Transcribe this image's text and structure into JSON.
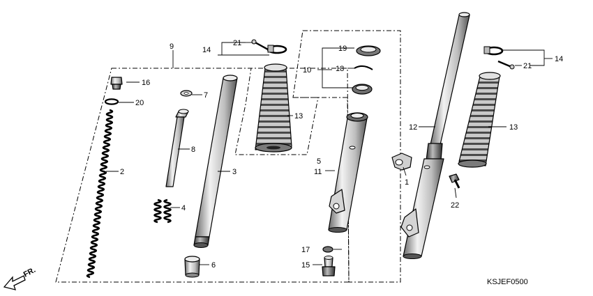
{
  "diagram": {
    "callouts": {
      "c1": "1",
      "c2": "2",
      "c3": "3",
      "c4": "4",
      "c5": "5",
      "c6": "6",
      "c7": "7",
      "c8": "8",
      "c9": "9",
      "c10": "10",
      "c11": "11",
      "c12": "12",
      "c13a": "13",
      "c13b": "13",
      "c14a": "14",
      "c14b": "14",
      "c15": "15",
      "c16": "16",
      "c17": "17",
      "c18": "18",
      "c19": "19",
      "c20": "20",
      "c21a": "21",
      "c21b": "21",
      "c22": "22"
    },
    "direction_arrow": {
      "label": "FR.",
      "icon": "front-direction-arrow-icon"
    },
    "diagram_code": "KSJEF0500",
    "colors": {
      "ink": "#000000",
      "paper": "#ffffff",
      "shade": "#8a8a8a"
    }
  }
}
